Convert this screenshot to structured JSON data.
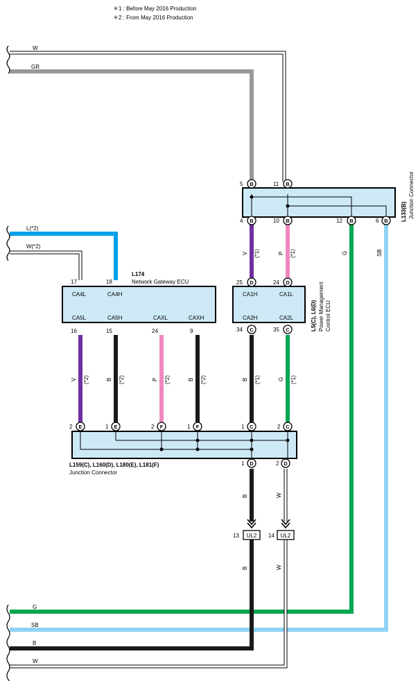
{
  "notes": [
    "＊1 : Before May 2016 Production",
    "＊2 : From May 2016 Production"
  ],
  "wires": {
    "w_top": "W",
    "gr": "GR",
    "l2": "L(*2)",
    "w2": "W(*2)",
    "v_top": "V",
    "p_top": "P",
    "g_right": "G",
    "sb_right": "SB",
    "v_mid": "V",
    "b_mid1": "B",
    "p_mid": "P",
    "b_mid2": "B",
    "b_mid3": "B",
    "g_mid": "G",
    "b_low": "B",
    "w_low": "W",
    "b_bot": "B",
    "w_bot": "W",
    "g_h": "G",
    "sb_h": "SB",
    "b_h": "B",
    "w_h": "W"
  },
  "marks": {
    "s1": "(*1)",
    "s2": "(*2)"
  },
  "connectors": {
    "l133": {
      "code": "L133(B)",
      "name": "Junction Connector"
    },
    "l174": {
      "code": "L174",
      "name": "Network Gateway ECU"
    },
    "l5": {
      "code": "L5(C), L6(D)",
      "name1": "Power Management",
      "name2": "Control ECU"
    },
    "l159": {
      "code": "L159(C), L160(D), L180(E), L181(F)",
      "name": "Junction Connector"
    },
    "ul2": "UL2"
  },
  "terminals": {
    "ca4l": "CA4L",
    "ca4h": "CA4H",
    "ca5l": "CA5L",
    "ca5h": "CA5H",
    "caxl": "CAXL",
    "caxh": "CAXH",
    "ca1h": "CA1H",
    "ca1l": "CA1L",
    "ca2h": "CA2H",
    "ca2l": "CA2L"
  },
  "pins": {
    "p5": "5",
    "p11": "11",
    "p4": "4",
    "p10": "10",
    "p12": "12",
    "p6": "6",
    "p17": "17",
    "p18": "18",
    "p16": "16",
    "p15": "15",
    "p24a": "24",
    "p9": "9",
    "p25": "25",
    "p24b": "24",
    "p34": "34",
    "p35": "35",
    "j2e": "2",
    "j1e": "1",
    "j2f": "2",
    "j1f": "1",
    "j1c": "1",
    "j2c": "2",
    "j1d": "1",
    "j2d": "2",
    "ul13": "13",
    "ul14": "14",
    "lB": "B",
    "lC": "C",
    "lD": "D",
    "lE": "E",
    "lF": "F"
  },
  "colors": {
    "W": "#ffffff",
    "GR": "#999999",
    "L": "#00a0e9",
    "V": "#7030a0",
    "P": "#f088c0",
    "G": "#00a650",
    "SB": "#8fd3f4",
    "B": "#1a1a1a"
  }
}
